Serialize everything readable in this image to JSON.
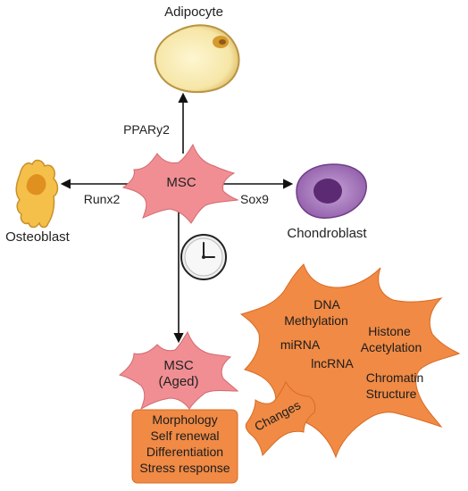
{
  "title": "",
  "cells": {
    "adipocyte": "Adipocyte",
    "osteoblast": "Osteoblast",
    "chondroblast": "Chondroblast",
    "msc": "MSC",
    "msc_aged_line1": "MSC",
    "msc_aged_line2": "(Aged)"
  },
  "factors": {
    "pparg2": "PPARy2",
    "runx2": "Runx2",
    "sox9": "Sox9"
  },
  "epigenetics": {
    "dna": "DNA",
    "methylation": "Methylation",
    "histone": "Histone",
    "acetylation": "Acetylation",
    "mirna": "miRNA",
    "lncrna": "lncRNA",
    "chromatin": "Chromatin",
    "structure": "Structure"
  },
  "changes_label": "Changes",
  "aging_effects": [
    "Morphology",
    "Self renewal",
    "Differentiation",
    "Stress response"
  ],
  "icons": {
    "clock": "clock-icon"
  },
  "colors": {
    "msc_pink": "#f08e93",
    "orange": "#f08a45",
    "adipocyte": "#f7e6a8",
    "osteoblast": "#f4c04a",
    "chondroblast": "#8a4fa0"
  }
}
